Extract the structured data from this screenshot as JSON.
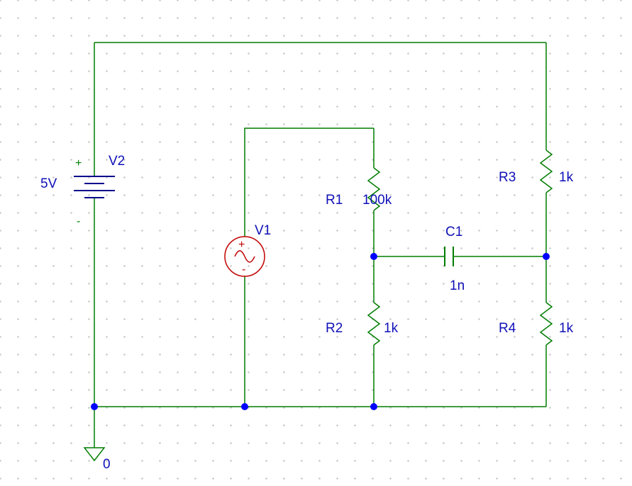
{
  "canvas": {
    "background": "#ffffff",
    "grid_dot_color": "#c9c9c9",
    "wire_color": "#007d00",
    "label_color": "#1010b8",
    "junction_color": "#0000ff",
    "battery_color": "#00008b",
    "ac_source_color": "#c00000"
  },
  "components": {
    "v2": {
      "ref": "V2",
      "value": "5V",
      "plus": "+",
      "minus": "-"
    },
    "v1": {
      "ref": "V1",
      "plus": "+",
      "minus": "-"
    },
    "r1": {
      "ref": "R1",
      "value": "100k"
    },
    "r2": {
      "ref": "R2",
      "value": "1k"
    },
    "r3": {
      "ref": "R3",
      "value": "1k"
    },
    "r4": {
      "ref": "R4",
      "value": "1k"
    },
    "c1": {
      "ref": "C1",
      "value": "1n"
    },
    "gnd": {
      "label": "0"
    }
  }
}
